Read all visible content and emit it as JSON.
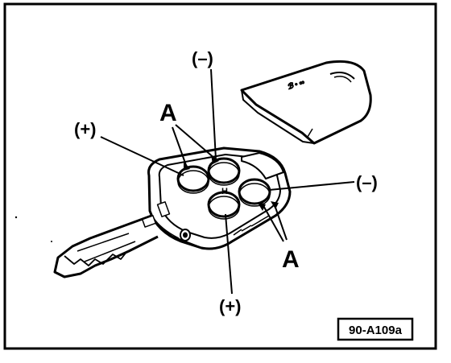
{
  "diagram": {
    "labels": {
      "minus_top": "(–)",
      "minus_right": "(–)",
      "plus_left": "(+)",
      "plus_bottom": "(+)",
      "a_upper": "A",
      "a_lower": "A"
    },
    "button_mark": "H",
    "cover_logo": "ℬ • ∞",
    "reference": "90-A109a"
  }
}
